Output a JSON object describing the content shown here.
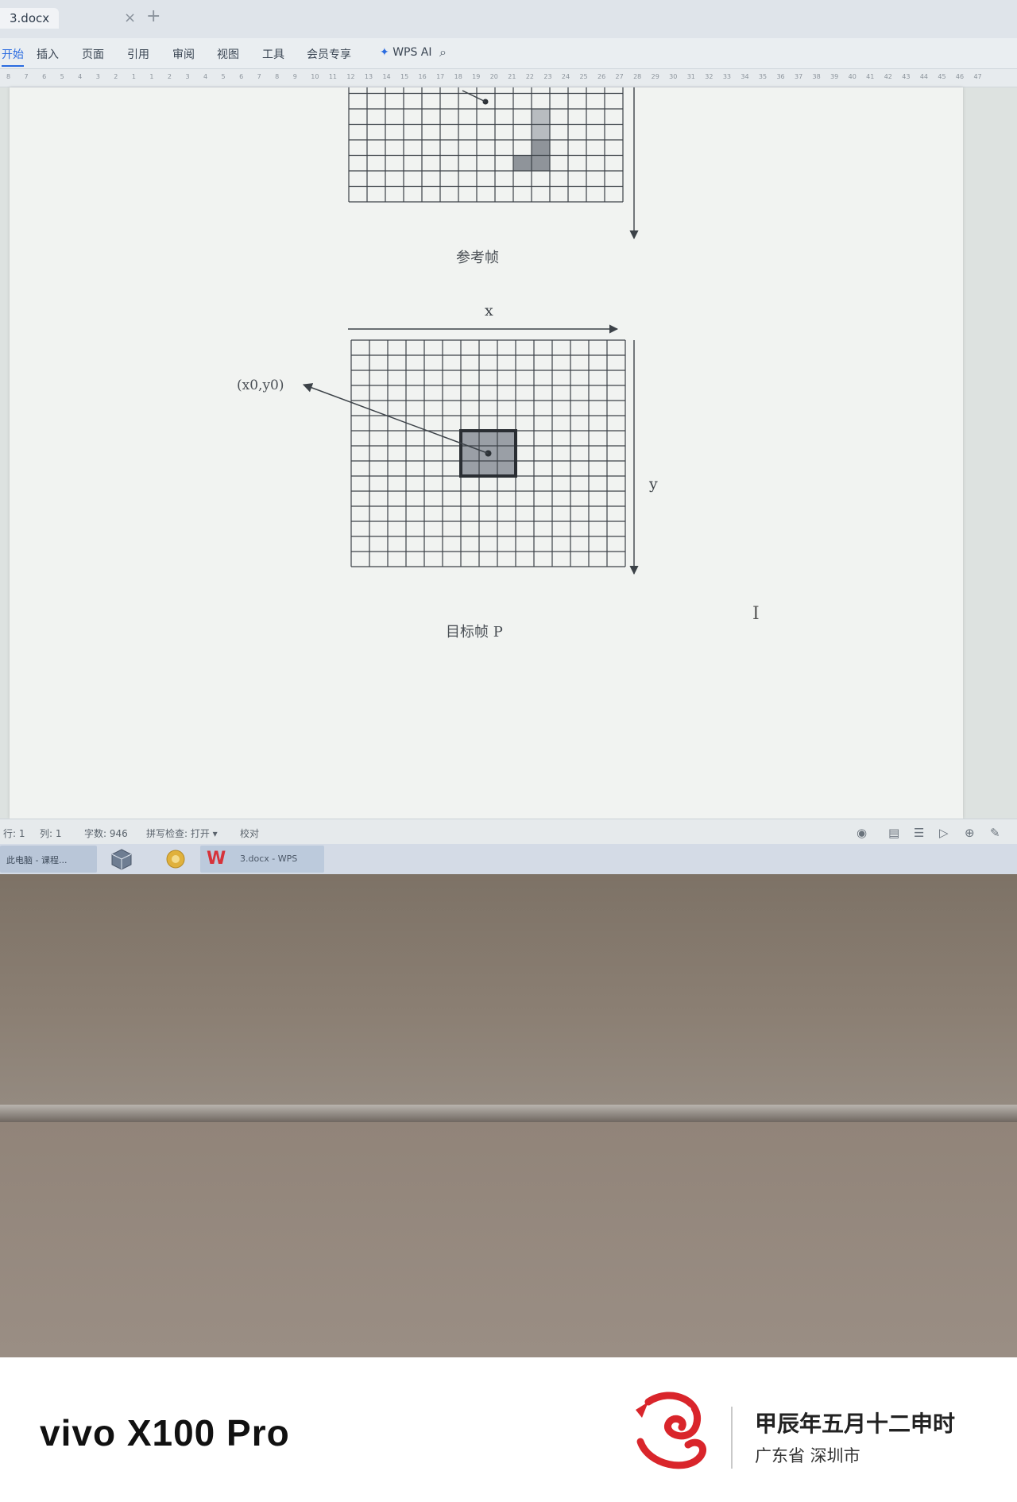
{
  "window": {
    "doc_tab": "3.docx",
    "tab_close": "×",
    "tab_add": "+"
  },
  "ribbon": {
    "items": [
      "开始",
      "插入",
      "页面",
      "引用",
      "审阅",
      "视图",
      "工具",
      "会员专享"
    ],
    "active_index": 0,
    "wps_ai": "WPS AI",
    "search_icon": "search-icon"
  },
  "ruler": {
    "ticks": [
      "8",
      "7",
      "6",
      "5",
      "4",
      "3",
      "2",
      "1",
      "1",
      "2",
      "3",
      "4",
      "5",
      "6",
      "7",
      "8",
      "9",
      "10",
      "11",
      "12",
      "13",
      "14",
      "15",
      "16",
      "17",
      "18",
      "19",
      "20",
      "21",
      "22",
      "23",
      "24",
      "25",
      "26",
      "27",
      "28",
      "29",
      "30",
      "31",
      "32",
      "33",
      "34",
      "35",
      "36",
      "37",
      "38",
      "39",
      "40",
      "41",
      "42",
      "43",
      "44",
      "45",
      "46",
      "47"
    ]
  },
  "document": {
    "top_caption": "参考帧",
    "x_axis_label": "x",
    "y_axis_label": "y",
    "point_label": "(x0,y0)",
    "bottom_caption": "目标帧 P",
    "cursor_glyph": "I"
  },
  "statusbar": {
    "row": "行: 1",
    "col": "列: 1",
    "word_count": "字数: 946",
    "spellcheck": "拼写检查: 打开 ▾",
    "proofread": "校对"
  },
  "taskbar": {
    "explorer_label": "此电脑 - 课程...",
    "wps_label": "3.docx - WPS"
  },
  "footer": {
    "brand": "vivo X100 Pro",
    "date": "甲辰年五月十二申时",
    "location": "广东省 深圳市"
  },
  "colors": {
    "accent": "#2a6be0",
    "shaded_cell": "#8f949a",
    "wps_red": "#d6323a",
    "dragon_red": "#d9252b"
  }
}
